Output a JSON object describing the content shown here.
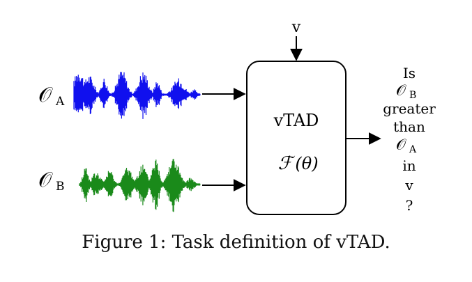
{
  "diagram": {
    "inputs": {
      "a": {
        "symbol": "𝒪",
        "subscript": "A",
        "color": "#1010ee"
      },
      "b": {
        "symbol": "𝒪",
        "subscript": "B",
        "color": "#1a8a1a"
      }
    },
    "box": {
      "title": "vTAD",
      "function_symbol": "ℱ",
      "function_arg": "(θ)"
    },
    "top_input": "v",
    "output": {
      "line1": "Is",
      "o_b_symbol": "𝒪",
      "o_b_sub": "B",
      "line3": "greater",
      "line4": "than",
      "o_a_symbol": "𝒪",
      "o_a_sub": "A",
      "line6": "in",
      "line7": "v",
      "line8": "?"
    }
  },
  "caption": "Figure 1: Task definition of vTAD."
}
